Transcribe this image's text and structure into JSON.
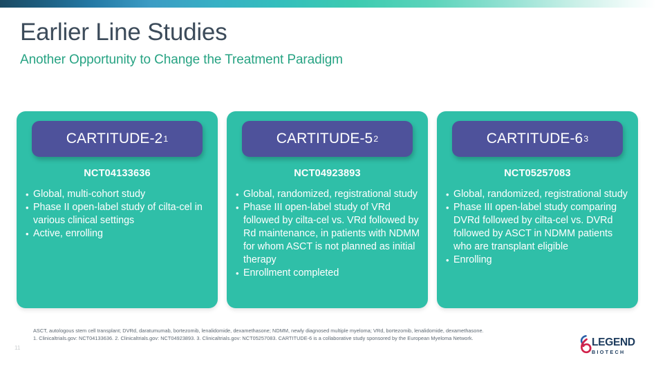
{
  "slide": {
    "page_number": "11",
    "accent_teal": "#2fbfa8",
    "accent_purple": "#4e529b",
    "title_color": "#3c4b5a",
    "subtitle_color": "#27a383"
  },
  "heading": {
    "title": "Earlier Line Studies",
    "subtitle": "Another Opportunity to Change the Treatment Paradigm"
  },
  "cards": [
    {
      "badge_label": "CARTITUDE-2",
      "badge_superscript": "1",
      "nct": "NCT04133636",
      "bullets": [
        "Global, multi-cohort study",
        "Phase II open-label study of cilta-cel in various clinical settings",
        "Active, enrolling"
      ]
    },
    {
      "badge_label": "CARTITUDE-5",
      "badge_superscript": "2",
      "nct": "NCT04923893",
      "bullets": [
        "Global, randomized, registrational study",
        "Phase III open-label study of VRd followed by cilta-cel vs. VRd followed by Rd maintenance, in patients with NDMM for whom ASCT is not planned as initial therapy",
        "Enrollment completed"
      ]
    },
    {
      "badge_label": "CARTITUDE-6",
      "badge_superscript": "3",
      "nct": "NCT05257083",
      "bullets": [
        "Global, randomized, registrational study",
        "Phase III open-label study comparing DVRd followed by cilta-cel vs. DVRd followed by ASCT in NDMM patients who are transplant eligible",
        "Enrolling"
      ]
    }
  ],
  "footnotes": {
    "abbreviations": "ASCT, autologous stem cell transplant; DVRd, daratumumab, bortezomib, lenalidomide, dexamethasone; NDMM, newly diagnosed multiple myeloma; VRd, bortezomib, lenalidomide, dexamethasone.",
    "references": "1. Clinicaltrials.gov: NCT04133636.  2. Clinicaltrials.gov: NCT04923893. 3. Clinicaltrials.gov: NCT05257083. CARTITUDE-6 is a collaborative study sponsored by the European Myeloma Network."
  },
  "logo": {
    "name": "LEGEND",
    "sub": "BIOTECH",
    "mark_blue": "#2b5fa8",
    "mark_red": "#d1214a"
  }
}
